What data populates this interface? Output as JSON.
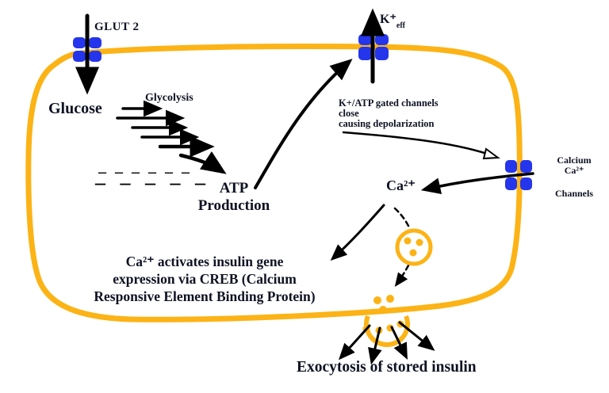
{
  "labels": {
    "glut2": "GLUT 2",
    "glucose": "Glucose",
    "glycolysis": "Glycolysis",
    "atp_line1": "ATP",
    "atp_line2": "Production",
    "k_efflux_main": "K⁺",
    "k_efflux_sub": "eff",
    "katp_line1": "K+/ATP gated channels",
    "katp_line2": "close",
    "katp_line3": "causing depolarization",
    "ca_ion": "Ca²⁺",
    "ca_channel_line1": "Calcium",
    "ca_channel_line2": "Ca²⁺",
    "ca_channel_line3": "Channels",
    "creb_line1": "Ca²⁺ activates insulin gene",
    "creb_line2": "expression via CREB (Calcium",
    "creb_line3": "Responsive Element Binding Protein)",
    "exocytosis": "Exocytosis of stored insulin",
    "dashes_row1": "– – – – – –",
    "dashes_row2": "– – – – –"
  },
  "colors": {
    "membrane": "#FCB316",
    "channel": "#2535EC",
    "ink": "#0E1222",
    "arrow": "#000000"
  }
}
